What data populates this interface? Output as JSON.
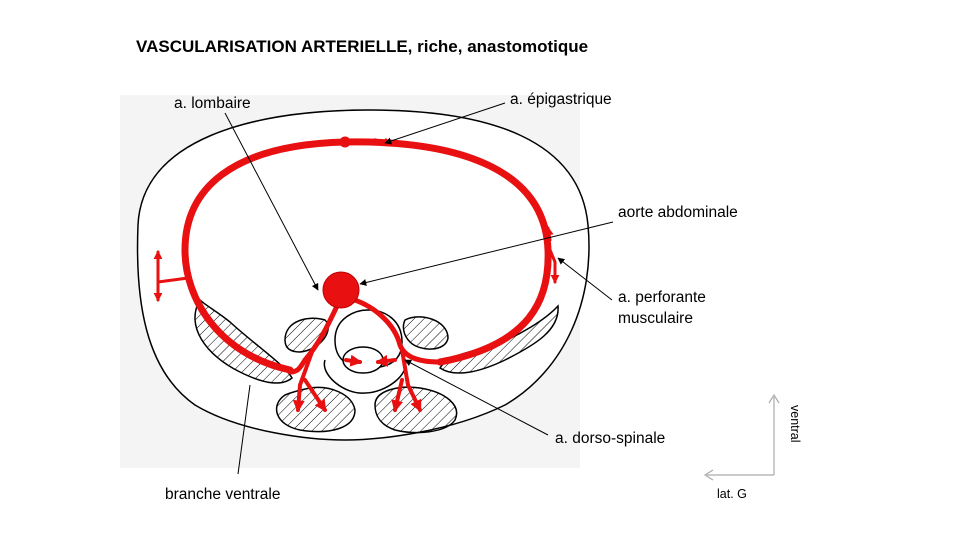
{
  "title": "VASCULARISATION ARTERIELLE,  riche, anastomotique",
  "labels": {
    "lombaire": "a. lombaire",
    "epigastrique": "a. épigastrique",
    "aorte": "aorte abdominale",
    "perforante_l1": "a. perforante",
    "perforante_l2": "musculaire",
    "dorso_spinale": "a. dorso-spinale",
    "branche_ventrale": "branche ventrale"
  },
  "orientation": {
    "ventral": "ventral",
    "lateral": "lat. G"
  },
  "colors": {
    "artery": "#e81010",
    "outline": "#000000",
    "background_panel": "#f4f4f4"
  }
}
